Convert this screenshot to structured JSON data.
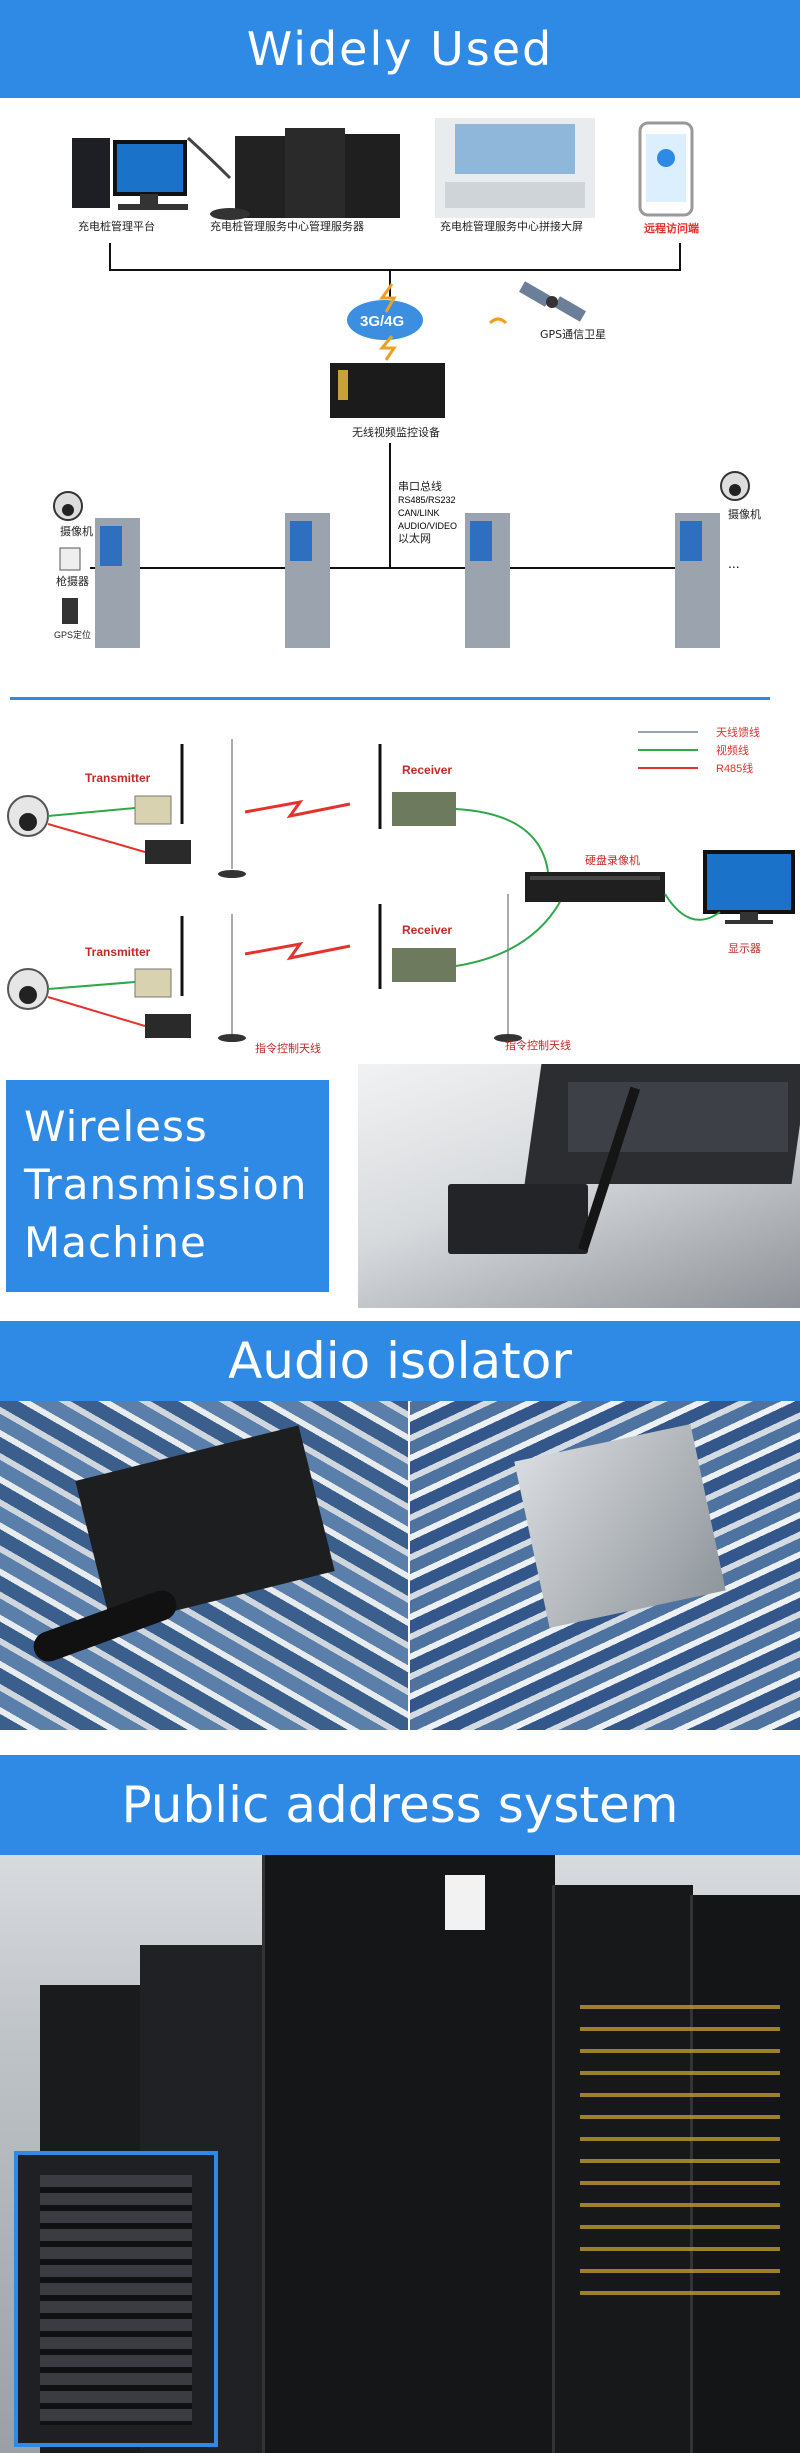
{
  "colors": {
    "accent": "#2f8ae6",
    "divider": "#2f8ae6",
    "signal_red": "#e5322d",
    "wire_green": "#2fa84a",
    "wire_grey": "#9aa3ae"
  },
  "banner1": {
    "title": "Widely Used"
  },
  "diagram1": {
    "label_platform": "充电桩管理平台",
    "label_servers": "充电桩管理服务中心管理服务器",
    "label_wall": "充电桩管理服务中心拼接大屏",
    "label_remote": "远程访问端",
    "label_network": "3G/4G",
    "label_gps": "GPS通信卫星",
    "label_device": "无线视频监控设备",
    "bus_lines": [
      "串口总线",
      "RS485/RS232",
      "CAN/LINK",
      "AUDIO/VIDEO",
      "以太网"
    ],
    "label_camera_left": "摄像机",
    "label_gun": "枪摄器",
    "label_gps_pos": "GPS定位",
    "label_camera_right": "摄像机",
    "ellipsis": "..."
  },
  "diagram2": {
    "legend": [
      "天线馈线",
      "视频线",
      "R485线"
    ],
    "transmitter": "Transmitter",
    "receiver": "Receiver",
    "dvr": "硬盘录像机",
    "monitor": "显示器",
    "antenna": "指令控制天线"
  },
  "wireless": {
    "line1": "Wireless",
    "line2": "Transmission",
    "line3": "Machine"
  },
  "banner2": {
    "title": "Audio isolator"
  },
  "banner3": {
    "title": "Public address system"
  }
}
